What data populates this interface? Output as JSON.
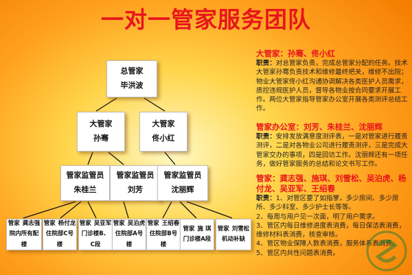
{
  "title": "一对一管家服务团队",
  "org": {
    "root": {
      "role": "总管家",
      "name": "毕洪波"
    },
    "level2": [
      {
        "role": "大管家",
        "name": "孙骞"
      },
      {
        "role": "大管家",
        "name": "佟小红"
      }
    ],
    "level3": [
      {
        "role": "管家监管员",
        "name": "朱桂兰"
      },
      {
        "role": "管家监管员",
        "name": "刘芳"
      },
      {
        "role": "管家监管员",
        "name": "沈丽辉"
      }
    ],
    "leaves": [
      {
        "role": "管家",
        "name": "龚志强",
        "area": "院内所有配楼"
      },
      {
        "role": "管家",
        "name": "杨付龙",
        "area": "住院部C号楼"
      },
      {
        "role": "管家",
        "name": "吴亚军",
        "area": "门诊楼B、C段"
      },
      {
        "role": "管家",
        "name": "吴泊虎",
        "area": "住院部A号楼"
      },
      {
        "role": "管家",
        "name": "王绍春",
        "area": "住院部B号楼"
      },
      {
        "role": "管家",
        "name": "施 琪",
        "area": "门诊楼A段"
      },
      {
        "role": "管家",
        "name": "刘雪松",
        "area": "机动补缺"
      }
    ]
  },
  "info": {
    "sections": [
      {
        "head": "大管家：孙骞、佟小红",
        "label": "职责：",
        "text": "对总管家负责，完成总管家分配的任务。技术大管家孙骞负责技术和维修最终把关，维修不出院；物业大管家佟小红沟通协调解决各类医护人员需求，质控违规医护人员，督导各物业按合同要求开展工作。两位大管家指导管家办公室开展各类测评总结工作。"
      },
      {
        "head": "管家办公室：刘芳、朱桂兰、沈丽辉",
        "label": "职责：",
        "text": "安排发放满意度测评表，一是对管家进行履责测评，二是对各物业公司进行履责测评，三是完成大管家交办的事项，四是回访工作。沈丽辉还有一项任务，做好管家服务的总结和论文书写工作。"
      },
      {
        "head": "管家：龚志强、施琪、刘雪松、吴泊虎、杨付龙、吴亚军、王绍春",
        "label": "职责：",
        "text": "1、对管区要了如指掌，多少房间、多少房所、多少科室、多少护士长等等。",
        "list": [
          "2、每周与用户见一次面，明了用户需求。",
          "3、管区内每日维修进度表消费，每日保洁表消费，维修材料表消费，核查审核。",
          "4、管区物业保障人数表消费，服务体系表消费。",
          "5、管区内共性问题表消费。"
        ]
      }
    ]
  }
}
